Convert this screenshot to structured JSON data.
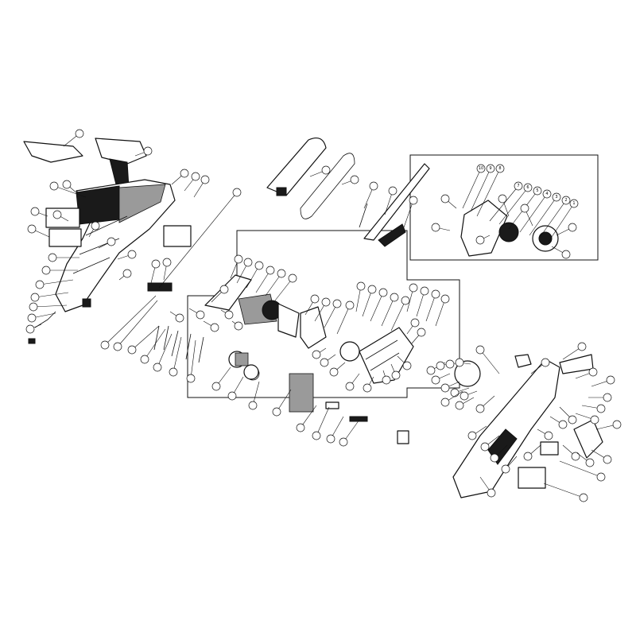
{
  "diagram": {
    "callout_numbers": [
      "10",
      "9",
      "8",
      "7",
      "6",
      "5",
      "4",
      "3",
      "2",
      "1"
    ],
    "callout_count": 135
  }
}
